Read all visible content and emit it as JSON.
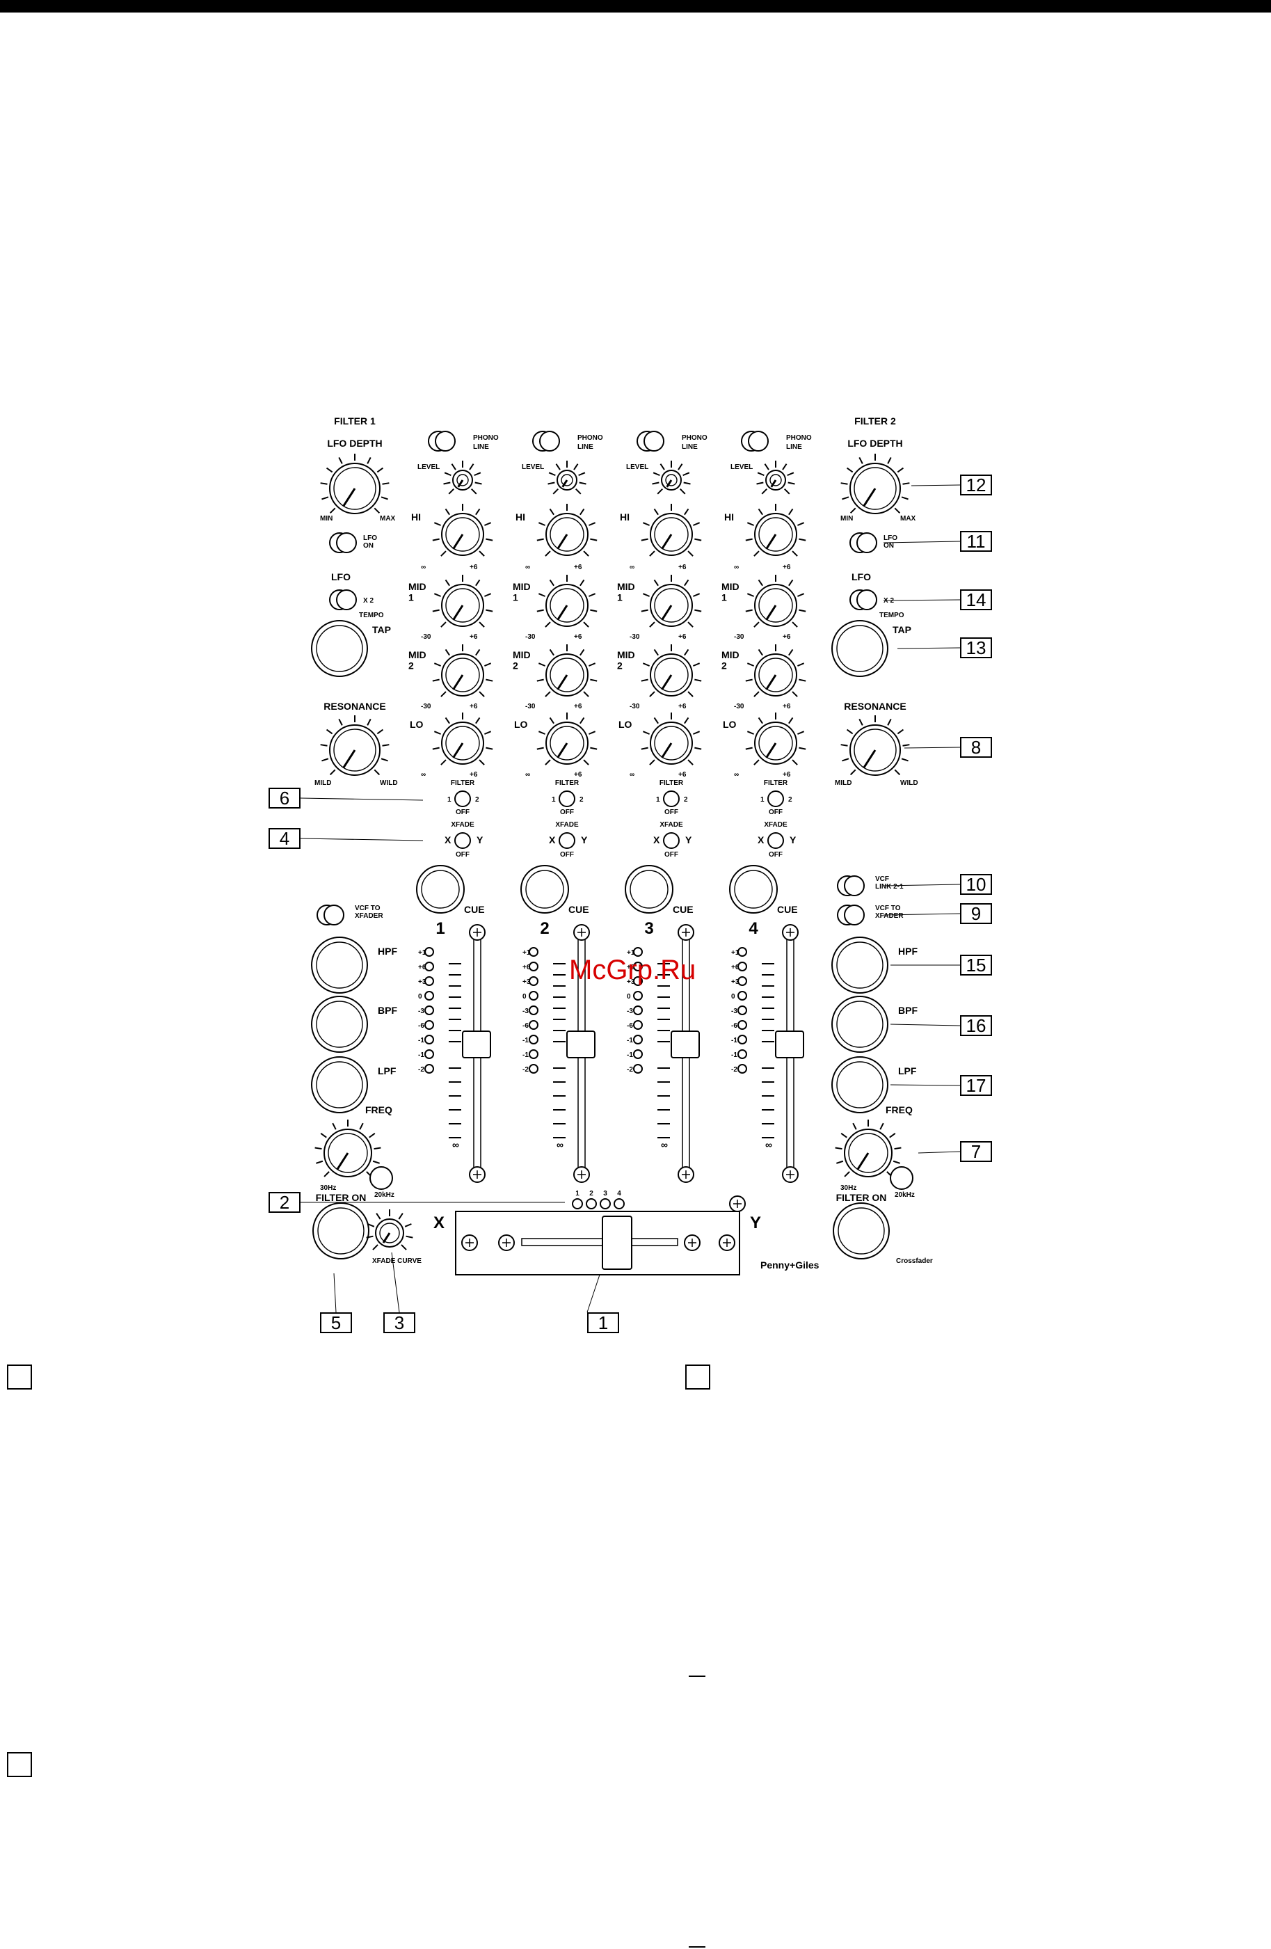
{
  "filter1": {
    "title": "FILTER 1",
    "lfo_depth": "LFO DEPTH",
    "min": "MIN",
    "max": "MAX",
    "lfo_on": "LFO\nON",
    "lfo": "LFO",
    "x2": "X 2",
    "tempo": "TEMPO",
    "tap": "TAP",
    "resonance": "RESONANCE",
    "mild": "MILD",
    "wild": "WILD",
    "vcf_to_xfader": "VCF TO\nXFADER",
    "hpf": "HPF",
    "bpf": "BPF",
    "lpf": "LPF",
    "freq": "FREQ",
    "hz30": "30Hz",
    "khz20": "20kHz",
    "filter_on": "FILTER ON"
  },
  "filter2": {
    "title": "FILTER 2",
    "lfo_depth": "LFO DEPTH",
    "min": "MIN",
    "max": "MAX",
    "lfo_on": "LFO\nON",
    "lfo": "LFO",
    "x2": "X 2",
    "tempo": "TEMPO",
    "tap": "TAP",
    "resonance": "RESONANCE",
    "mild": "MILD",
    "wild": "WILD",
    "vcf_link": "VCF\nLINK 2-1",
    "vcf_to_xfader": "VCF TO\nXFADER",
    "hpf": "HPF",
    "bpf": "BPF",
    "lpf": "LPF",
    "freq": "FREQ",
    "hz30": "30Hz",
    "khz20": "20kHz",
    "filter_on": "FILTER ON",
    "crossfader": "Crossfader"
  },
  "channel": {
    "phono": "PHONO",
    "line": "LINE",
    "level": "LEVEL",
    "hi": "HI",
    "mid1": "MID\n1",
    "mid2": "MID\n2",
    "lo": "LO",
    "inf": "∞",
    "plus6": "+6",
    "minus30": "-30",
    "filter": "FILTER",
    "filter_1": "1",
    "filter_2": "2",
    "off": "OFF",
    "xfade": "XFADE",
    "x": "X",
    "y": "Y",
    "cue": "CUE",
    "meter": [
      "+10",
      "+6",
      "+3",
      "0",
      "-3",
      "-6",
      "-10",
      "-15",
      "-20"
    ],
    "fader_inf": "∞"
  },
  "channels": [
    "1",
    "2",
    "3",
    "4"
  ],
  "crossfader": {
    "x": "X",
    "y": "Y",
    "leds": [
      "1",
      "2",
      "3",
      "4"
    ],
    "xfade_curve": "XFADE CURVE",
    "brand": "Penny+Giles"
  },
  "callouts": [
    "12",
    "11",
    "14",
    "13",
    "8",
    "6",
    "4",
    "10",
    "9",
    "15",
    "16",
    "17",
    "7",
    "2",
    "5",
    "3",
    "1"
  ],
  "watermark": "McGrp.Ru"
}
